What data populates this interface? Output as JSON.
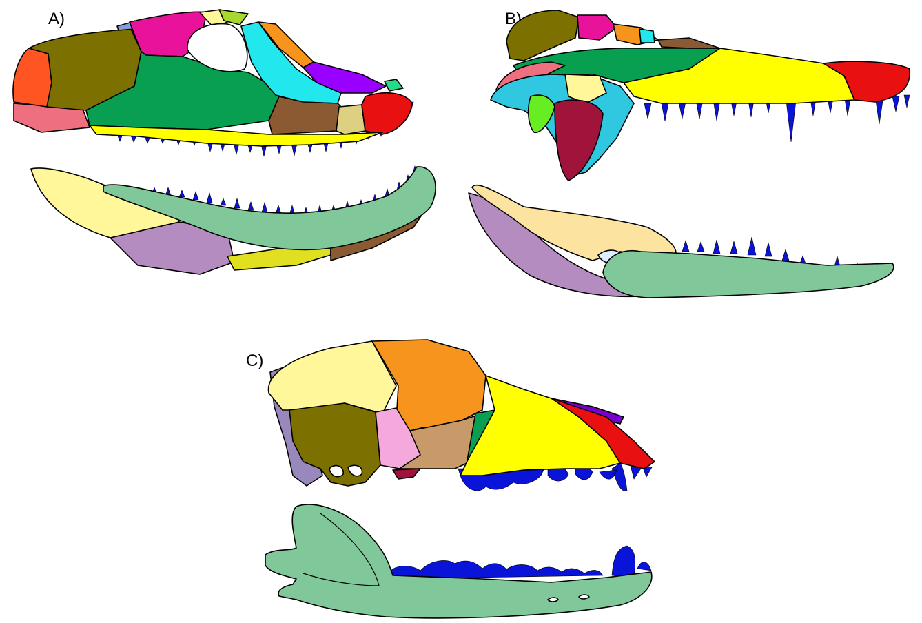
{
  "panels": [
    {
      "id": "A",
      "label": "A)"
    },
    {
      "id": "B",
      "label": "B)"
    },
    {
      "id": "C",
      "label": "C)"
    }
  ],
  "colors": {
    "tooth": "#0a14d8",
    "olive": "#7b7000",
    "green": "#08a050",
    "cyan": "#22e8ee",
    "magenta": "#e8139a",
    "red": "#e81010",
    "orange_red": "#ff5522",
    "pink": "#ee7080",
    "yellow": "#ffff00",
    "brown": "#8b5a32",
    "purple": "#9900ff",
    "pale_yellow": "#fff79a",
    "lilac": "#b48cc0",
    "mint": "#80c89a",
    "orange": "#f7941d",
    "light_pink": "#f5a8dc",
    "tan": "#c89a6a",
    "maroon": "#a0143c"
  }
}
